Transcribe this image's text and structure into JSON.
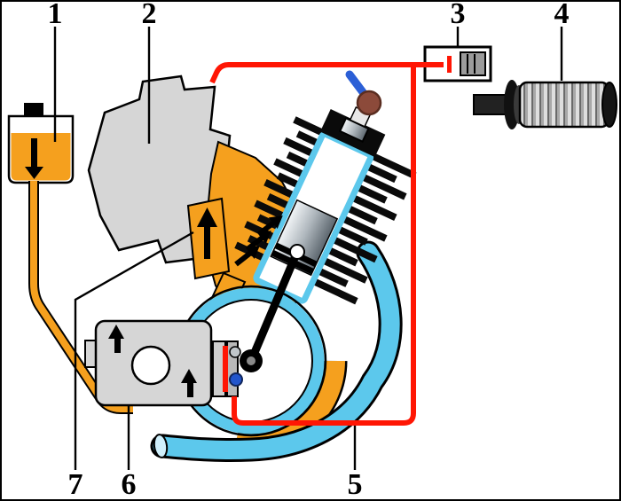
{
  "labels": {
    "n1": "1",
    "n2": "2",
    "n3": "3",
    "n4": "4",
    "n5": "5",
    "n6": "6",
    "n7": "7"
  },
  "colors": {
    "fuel_orange": "#F5A01E",
    "coolant_blue": "#5CC8EC",
    "wire_red": "#FF1604",
    "component_gray": "#D6D6D6",
    "plug_cap_brown": "#8C4A3A",
    "plug_wire_blue": "#2B5FD6"
  }
}
